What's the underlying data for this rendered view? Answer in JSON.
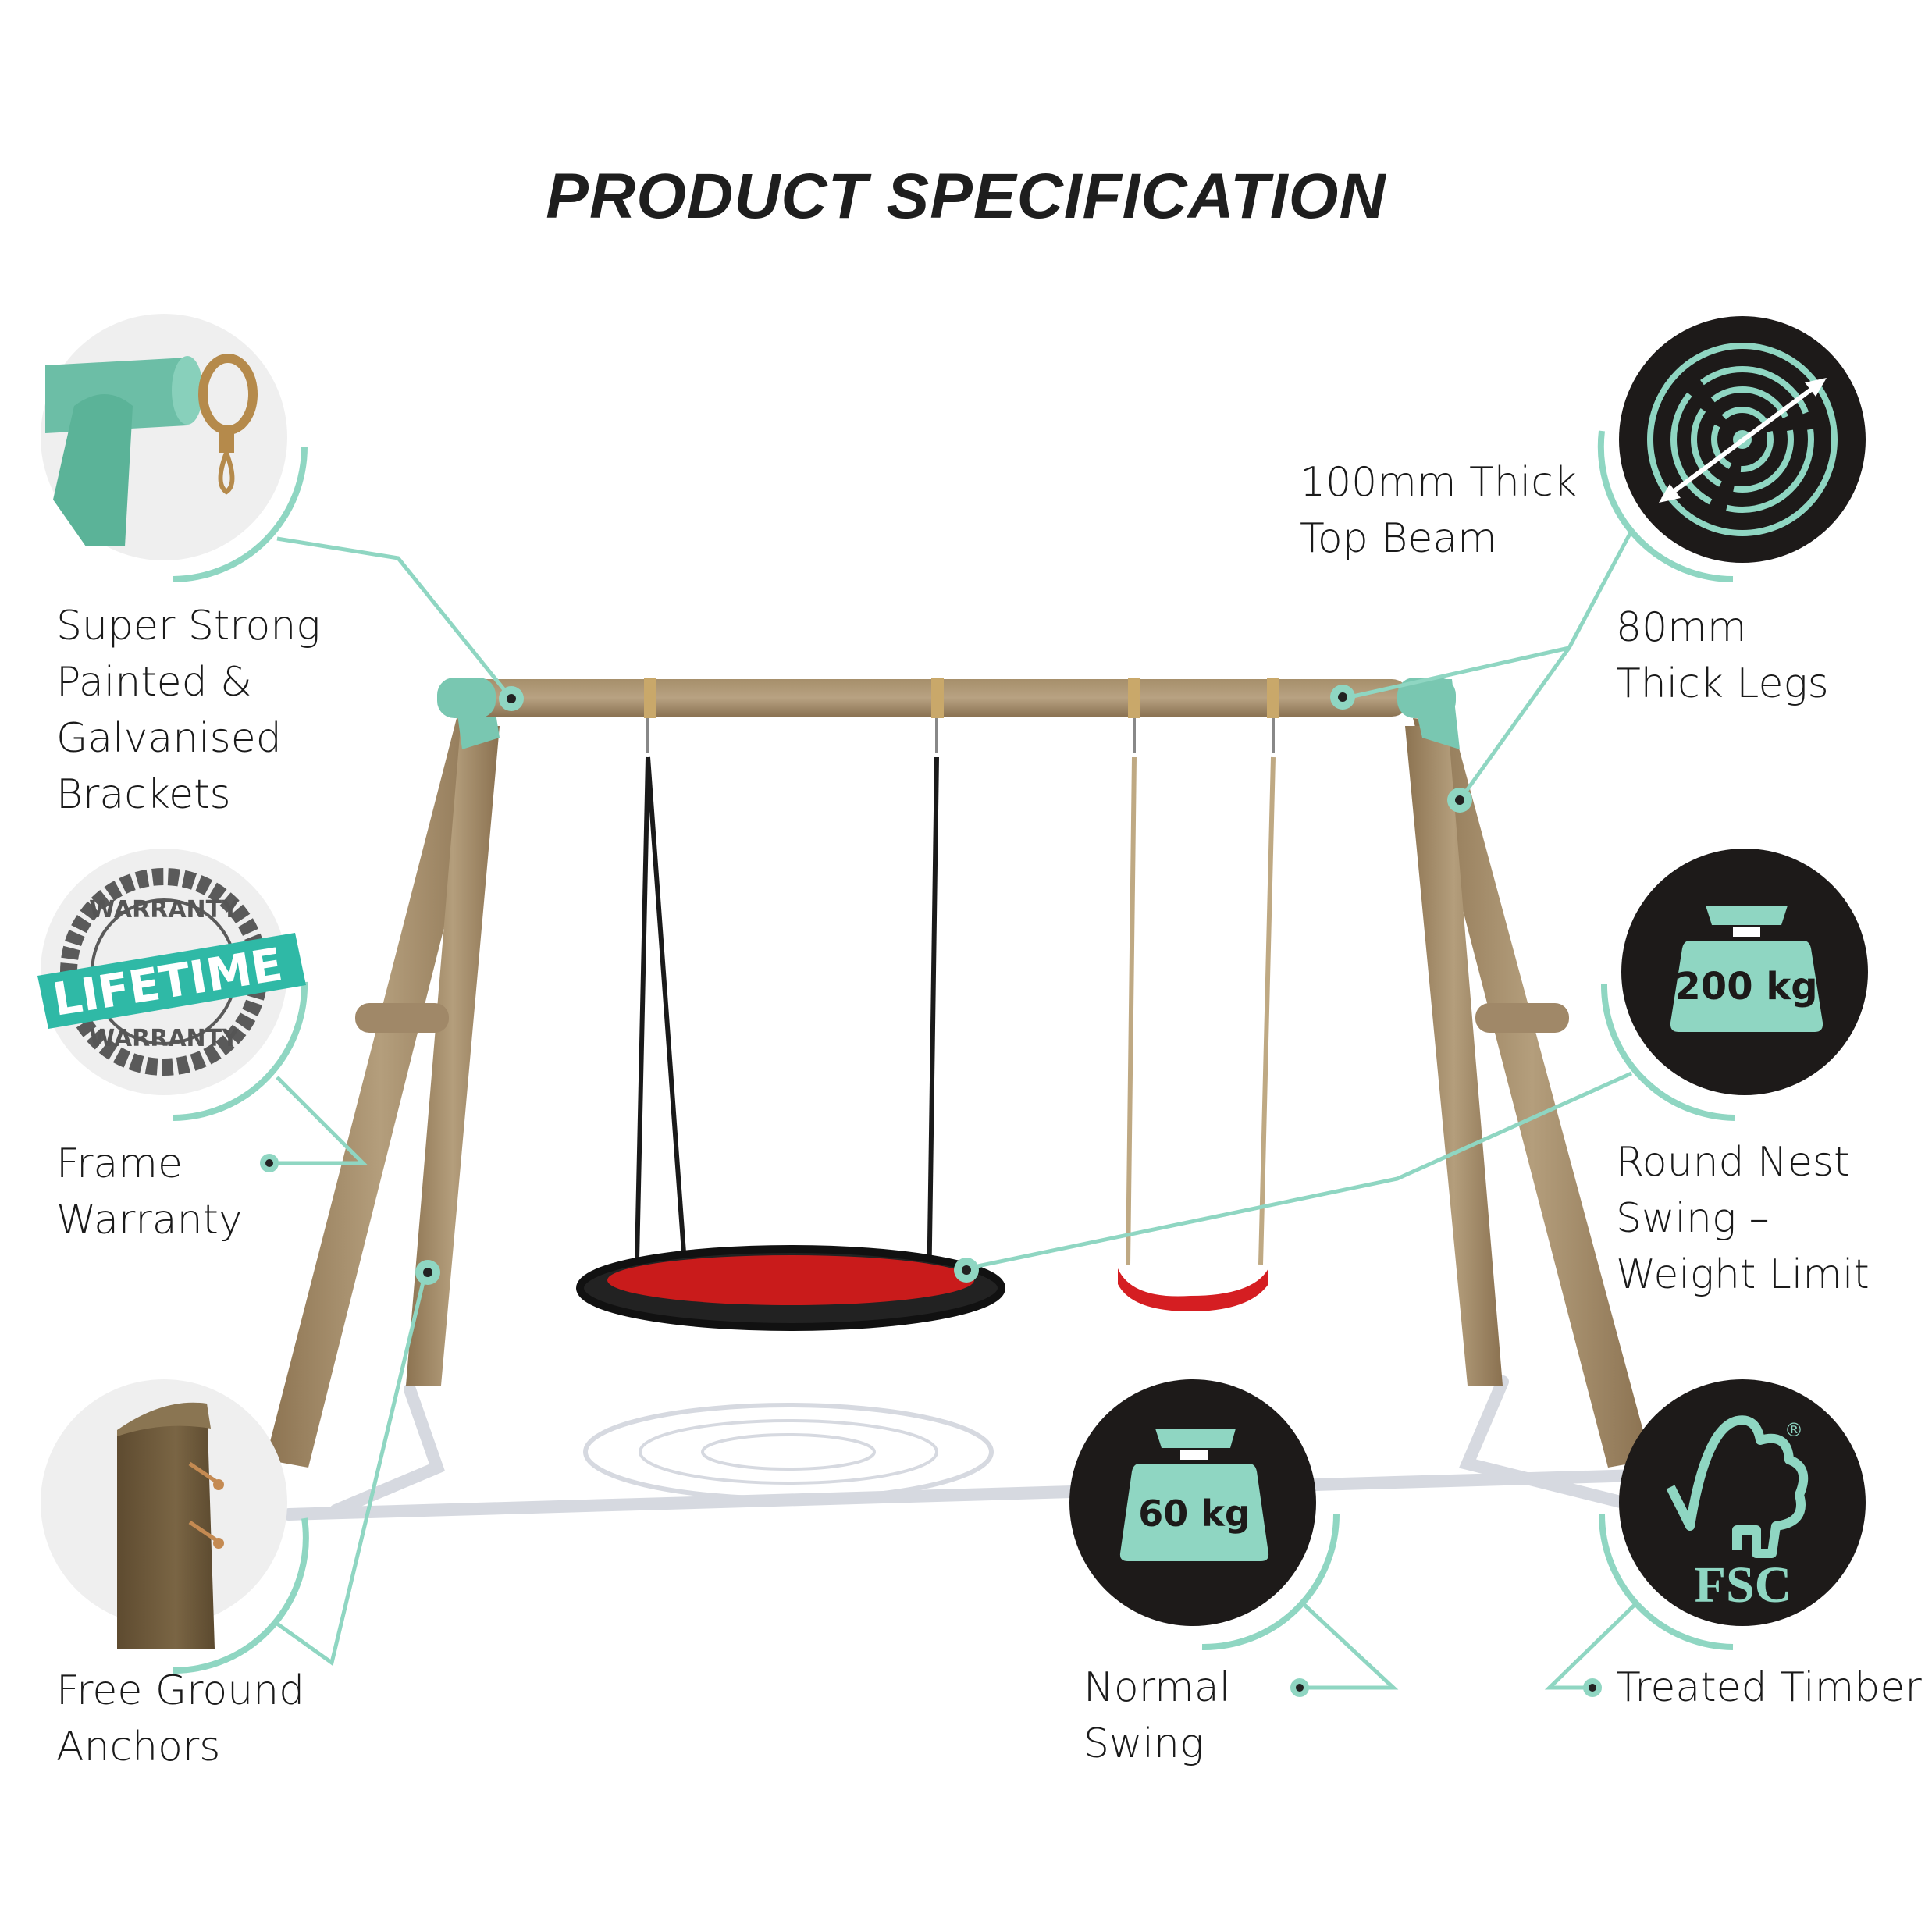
{
  "title": "PRODUCT SPECIFICATION",
  "colors": {
    "accent_mint": "#8fd6c2",
    "icon_circle": "#1d1a19",
    "light_circle": "#efefef",
    "timber": "#a08a68",
    "bracket_green": "#79c7b1",
    "nest_red": "#c91b1b",
    "seat_red": "#d51e22"
  },
  "features": [
    {
      "id": "brackets",
      "icon": "bracket-clamp-icon",
      "lines": [
        "Super Strong",
        "Painted &",
        "Galvanised",
        "Brackets"
      ]
    },
    {
      "id": "warranty",
      "icon": "lifetime-warranty-stamp-icon",
      "stamp": {
        "top": "WARRANTY",
        "ribbon": "LIFETIME",
        "bottom": "WARRANTY"
      },
      "lines": [
        "Frame",
        "Warranty"
      ]
    },
    {
      "id": "anchors",
      "icon": "ground-anchor-icon",
      "lines": [
        "Free Ground",
        "Anchors"
      ]
    },
    {
      "id": "top-beam",
      "icon": "tree-rings-icon",
      "lines": [
        "100mm Thick",
        "Top Beam"
      ]
    },
    {
      "id": "legs",
      "lines": [
        "80mm",
        "Thick Legs"
      ]
    },
    {
      "id": "nest-swing",
      "icon": "weight-icon",
      "weight": "200 kg",
      "lines": [
        "Round Nest",
        "Swing –",
        "Weight Limit"
      ]
    },
    {
      "id": "normal-swing",
      "icon": "weight-icon",
      "weight": "60 kg",
      "lines": [
        "Normal",
        "Swing"
      ]
    },
    {
      "id": "timber",
      "icon": "fsc-logo-icon",
      "fsc": "FSC",
      "registered": "®",
      "lines": [
        "Treated Timber"
      ]
    }
  ]
}
